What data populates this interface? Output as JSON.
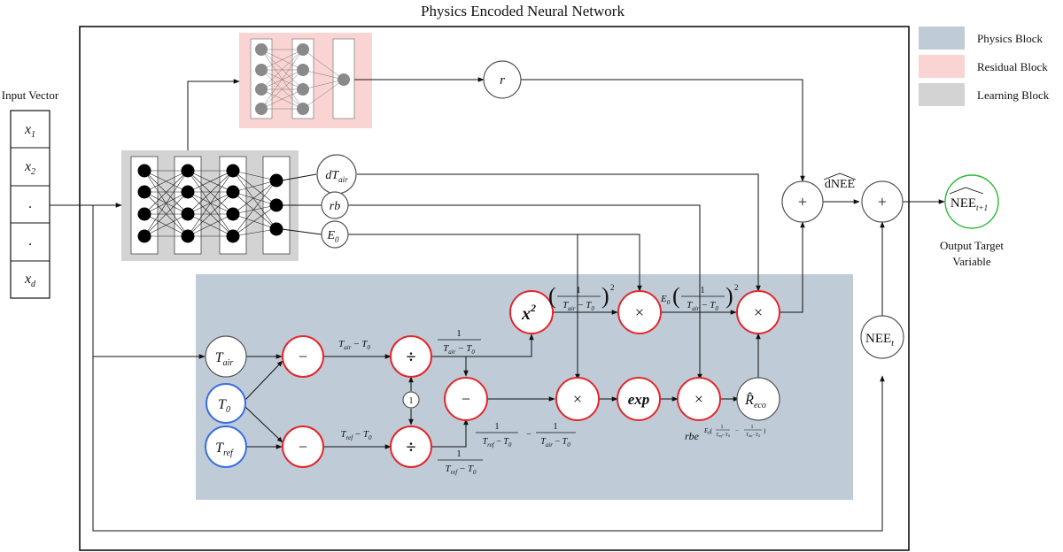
{
  "title": "Physics Encoded Neural Network",
  "legend": {
    "items": [
      {
        "label": "Physics Block",
        "color": "#bfccd8"
      },
      {
        "label": "Residual Block",
        "color": "#fad4d2"
      },
      {
        "label": "Learning Block",
        "color": "#d3d3d3"
      }
    ]
  },
  "input": {
    "label": "Input Vector",
    "cells": [
      "x1",
      "x2",
      ".",
      ".",
      "xd"
    ]
  },
  "learning_outputs": {
    "dtair": "dTair",
    "rb": "rb",
    "e0": "E0"
  },
  "residual_output": "r",
  "physics": {
    "tair": "Tair",
    "t0": "T0",
    "tref": "Tref",
    "minus": "−",
    "divide": "÷",
    "one": "1",
    "x2": "x²",
    "times": "×",
    "exp": "exp",
    "reco": "R̂eco",
    "lbl_tair_minus": "Tair − T0",
    "lbl_tref_minus": "Tref − T0",
    "lbl_inv_air": "1 / (Tair − T0)",
    "lbl_inv_ref": "1 / (Tref − T0)",
    "lbl_diff": "1/(Tref − T0) − 1/(Tair − T0)",
    "lbl_sq": "(1 / (Tair − T0))²",
    "lbl_e0sq": "E0 (1 / (Tair − T0))²",
    "lbl_rbe": "rbe^{E0(1/(Tref−T0) − 1/(Tair−T0))}"
  },
  "nee_t": "NEEt",
  "plus": "+",
  "dnee": "dNEE",
  "output": {
    "node": "NEEt+1",
    "label_line1": "Output Target",
    "label_line2": "Variable"
  }
}
